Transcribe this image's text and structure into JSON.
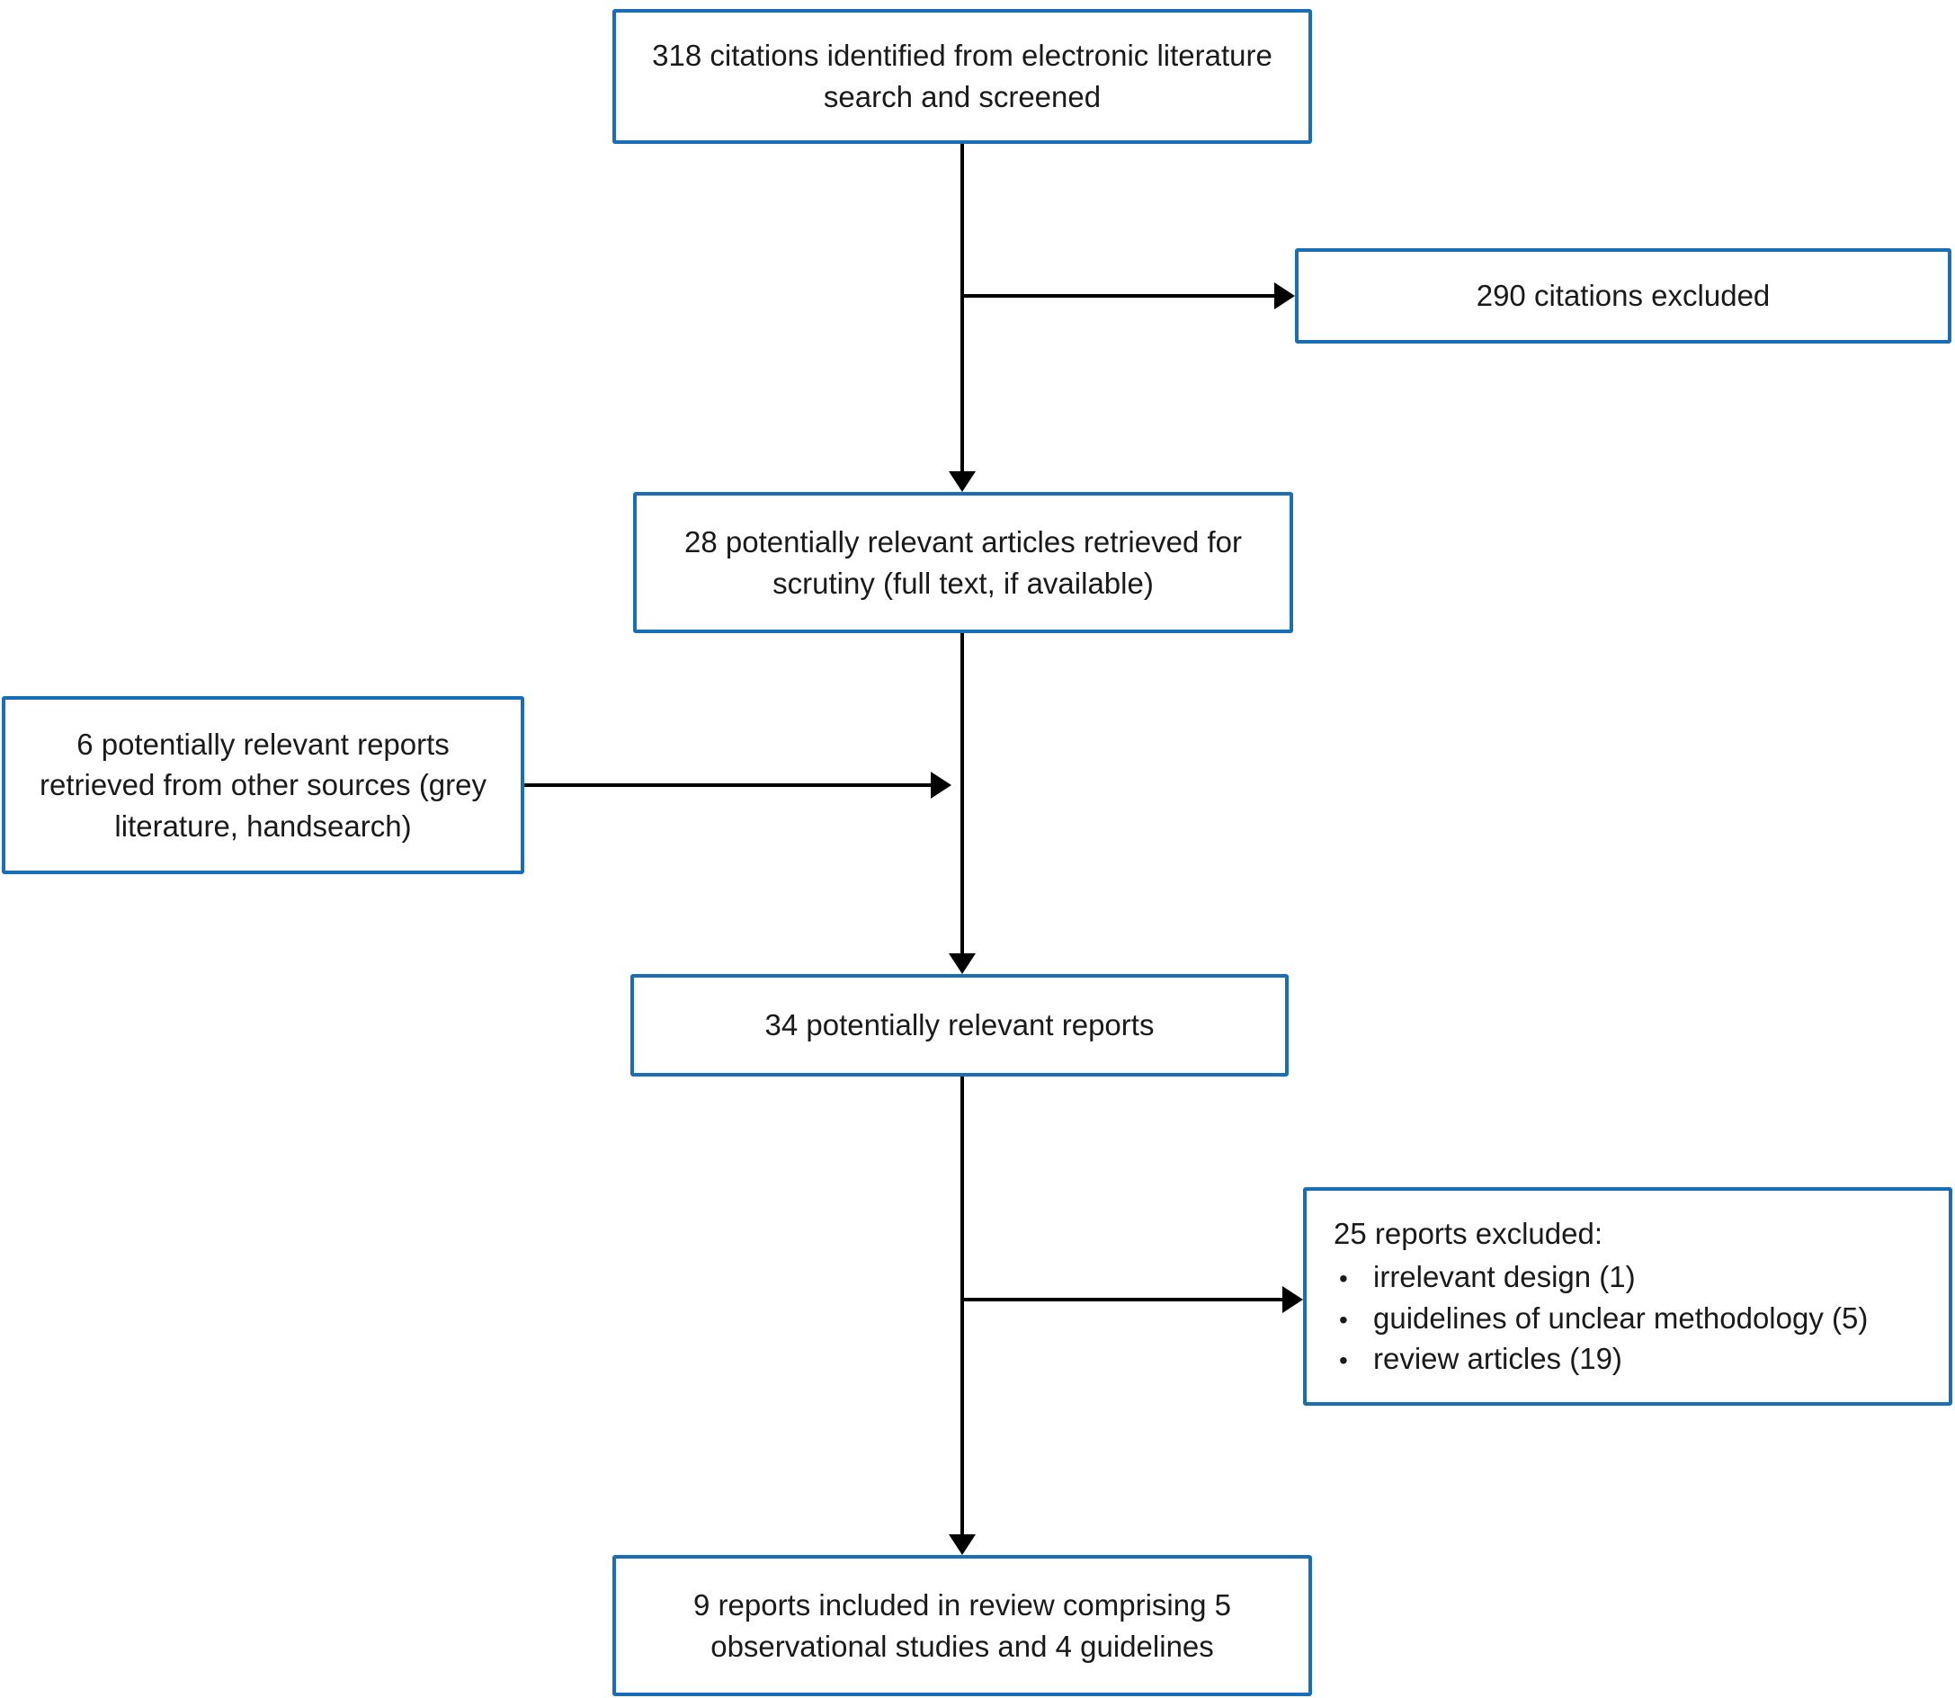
{
  "colors": {
    "box_border": "#1a6eb5",
    "text": "#1a1a1a",
    "arrow": "#000000"
  },
  "diagram_type": "prisma-style-flowchart",
  "boxes": {
    "identified": {
      "text": "318 citations identified from electronic literature search and screened"
    },
    "citations_excluded": {
      "text": "290 citations excluded"
    },
    "retrieved": {
      "text": "28 potentially relevant articles retrieved for scrutiny (full text, if available)"
    },
    "other_sources": {
      "text": "6 potentially relevant reports retrieved from other sources (grey literature, handsearch)"
    },
    "relevant_reports": {
      "text": "34 potentially relevant reports"
    },
    "reports_excluded": {
      "title": "25 reports excluded:",
      "bullet": "•",
      "items": [
        "irrelevant design (1)",
        "guidelines of unclear methodology (5)",
        "review articles (19)"
      ]
    },
    "included": {
      "text": "9 reports included in review comprising 5 observational studies and 4 guidelines"
    }
  }
}
